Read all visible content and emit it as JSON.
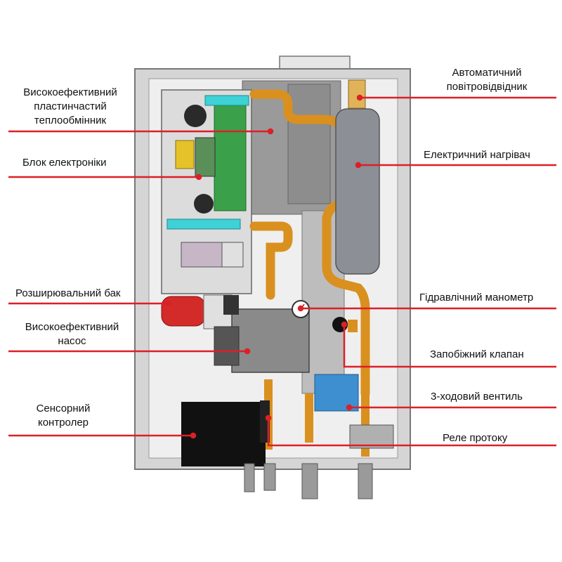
{
  "colors": {
    "leader_line": "#dd1f26",
    "leader_dot": "#dd1f26",
    "copper_pipe": "#d9901f",
    "frame": "#c9c9c9",
    "panel": "#9c9c9c",
    "heater": "#8c8f96",
    "pcb": "#3aa04a",
    "cyan_part": "#3ed1d6",
    "blue_valve": "#3d8fd0",
    "expansion_tank": "#d32a2a",
    "controller": "#111111"
  },
  "labels": {
    "heat_exchanger": [
      "Високоефективний",
      "пластинчастий",
      "теплообмінник"
    ],
    "electronics": "Блок електроніки",
    "expansion_tank": "Розширювальний бак",
    "pump": [
      "Високоефективний",
      "насос"
    ],
    "controller": [
      "Сенсорний",
      "контролер"
    ],
    "air_vent": [
      "Автоматичний",
      "повітровідвідник"
    ],
    "heater": "Електричний нагрівач",
    "manometer": "Гідравлічний манометр",
    "safety_valve": "Запобіжний клапан",
    "three_way_valve": "3-ходовий вентиль",
    "flow_relay": "Реле протоку"
  }
}
